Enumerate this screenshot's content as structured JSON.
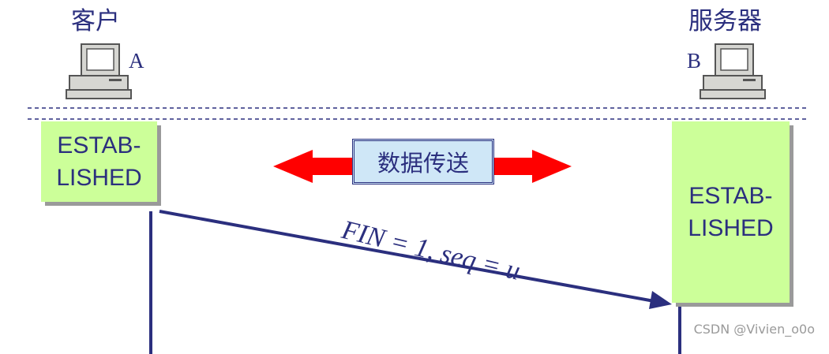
{
  "client": {
    "label": "客户",
    "letter": "A",
    "state_line1": "ESTAB-",
    "state_line2": "LISHED"
  },
  "server": {
    "label": "服务器",
    "letter": "B",
    "state_line1": "ESTAB-",
    "state_line2": "LISHED"
  },
  "data_transfer": {
    "label": "数据传送"
  },
  "segment": {
    "label": "FIN = 1, seq = u"
  },
  "watermark": {
    "text": "CSDN @Vivien_o0o"
  },
  "colors": {
    "text": "#2b2f7e",
    "state_fill": "#ccff99",
    "arrow": "#ff0000",
    "data_fill": "#cfe7f7"
  }
}
